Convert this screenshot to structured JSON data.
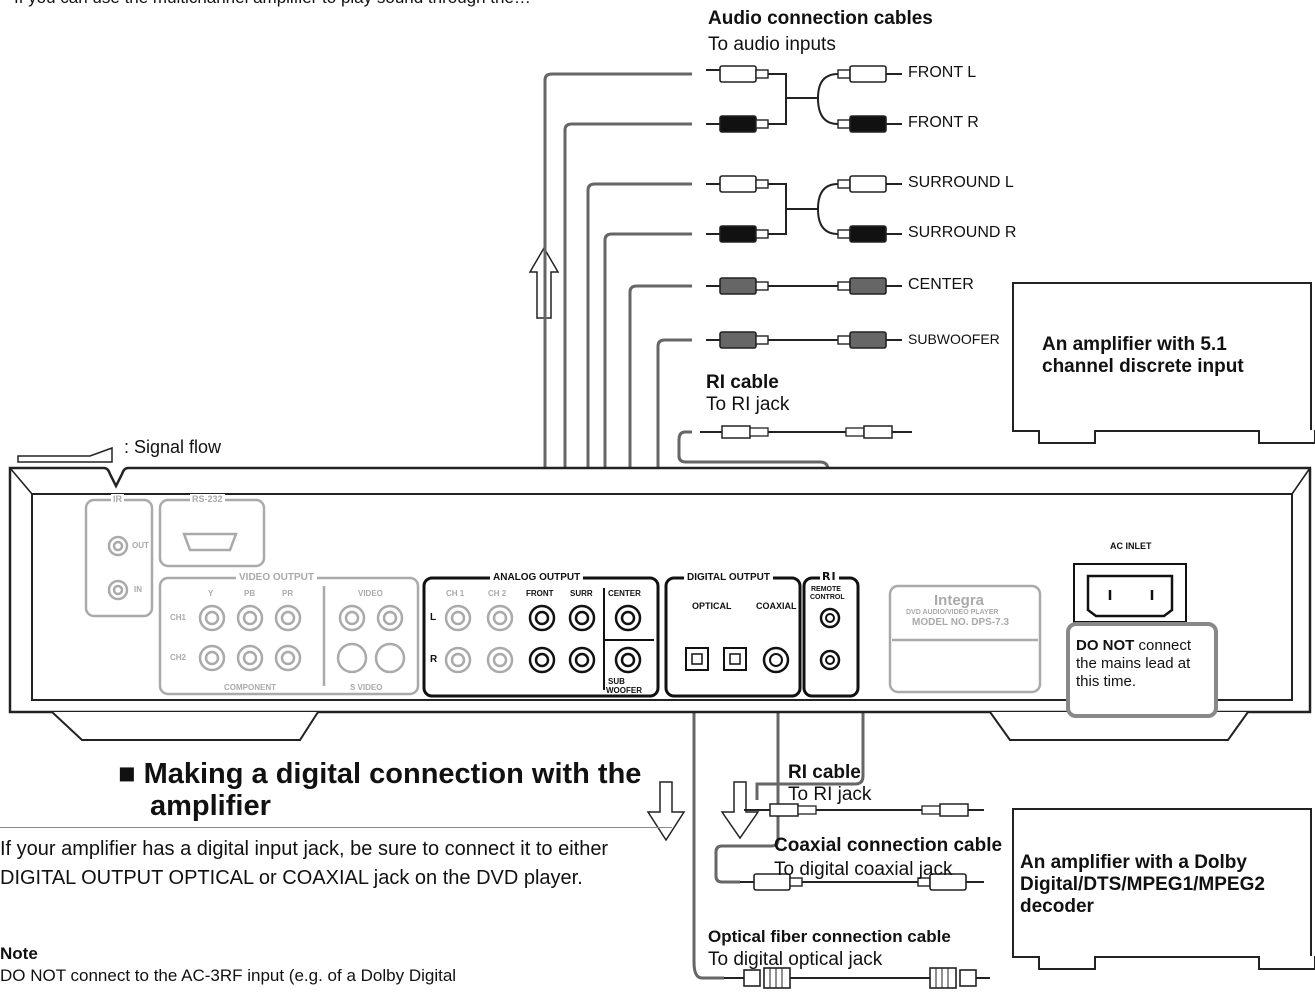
{
  "intro_text": "If you can use the multichannel amplifier to play sound through the…",
  "audio_cables": {
    "title": "Audio connection cables",
    "subtitle": "To audio inputs",
    "labels": [
      "FRONT L",
      "FRONT R",
      "SURROUND L",
      "SURROUND R",
      "CENTER",
      "SUBWOOFER"
    ]
  },
  "ri_cable_top": {
    "title": "RI cable",
    "subtitle": "To RI jack"
  },
  "amp_51": {
    "text": "An amplifier with 5.1 channel discrete input"
  },
  "signal_flow": ": Signal flow",
  "panel": {
    "ir": "IR",
    "ir_out": "OUT",
    "ir_in": "IN",
    "rs232": "RS-232",
    "video_output": "VIDEO OUTPUT",
    "y": "Y",
    "pb": "PB",
    "pr": "PR",
    "ch1": "CH1",
    "ch2": "CH2",
    "component": "COMPONENT",
    "video": "VIDEO",
    "s_video": "S VIDEO",
    "analog_output": "ANALOG OUTPUT",
    "a_ch1": "CH 1",
    "a_ch2": "CH 2",
    "front": "FRONT",
    "surr": "SURR",
    "center": "CENTER",
    "sub": "SUB",
    "woofer": "WOOFER",
    "l": "L",
    "r": "R",
    "digital_output": "DIGITAL OUTPUT",
    "optical": "OPTICAL",
    "coaxial": "COAXIAL",
    "ri_mark": "RI",
    "remote": "REMOTE",
    "control": "CONTROL",
    "brand": "Integra",
    "model_line1": "DVD AUDIO/VIDEO PLAYER",
    "model_line2": "MODEL NO. DPS-7.3",
    "ac_inlet": "AC INLET"
  },
  "warning": {
    "bold": "DO NOT",
    "rest": "connect the mains lead at this time."
  },
  "section": {
    "title_line1": "■ Making a digital connection with the",
    "title_line2": "amplifier",
    "body": "If your amplifier has a digital input jack, be sure to connect it to either DIGITAL OUTPUT OPTICAL or COAXIAL jack on the DVD player.",
    "note_heading": "Note",
    "note_body": "DO NOT connect to the AC-3RF input (e.g. of a Dolby Digital"
  },
  "ri_cable_bottom": {
    "title": "RI cable",
    "subtitle": "To RI jack"
  },
  "coaxial_cable": {
    "title": "Coaxial connection cable",
    "subtitle": "To digital coaxial jack"
  },
  "optical_cable": {
    "title": "Optical fiber connection cable",
    "subtitle": "To digital optical jack"
  },
  "amp_dolby": {
    "text": "An amplifier with a Dolby Digital/DTS/MPEG1/MPEG2 decoder"
  }
}
